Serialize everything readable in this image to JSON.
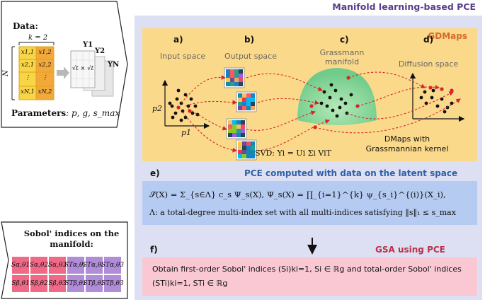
{
  "data_panel": {
    "title": "Data:",
    "k_label": "k = 2",
    "n_label": "N",
    "matrix": [
      [
        "x1,1",
        "x1,2"
      ],
      [
        "x2,1",
        "x2,2"
      ],
      [
        "⋮",
        "⋮"
      ],
      [
        "xN,1",
        "xN,2"
      ]
    ],
    "output_labels": [
      "Y1",
      "Y2",
      "YN"
    ],
    "sheet_label": "√t × √t",
    "params_label": "Parameters",
    "params_values": ": p, g, s_max"
  },
  "pce_panel": {
    "title": "Manifold learning-based PCE"
  },
  "gdmaps": {
    "title": "GDMaps",
    "steps": [
      {
        "letter": "a)",
        "label": "Input space"
      },
      {
        "letter": "b)",
        "label": "Output space"
      },
      {
        "letter": "c)",
        "label": "Grassmann manifold"
      },
      {
        "letter": "d)",
        "label": "Diffusion space"
      }
    ],
    "axis_p1": "p1",
    "axis_p2": "p2",
    "svd_formula": "SVD: Yi = Ui Σi ViT",
    "dmaps_text": "DMaps with Grassmannian kernel"
  },
  "pce_latent": {
    "letter": "e)",
    "title": "PCE computed with data on the latent space",
    "eq1": "𝒮̃(X) = Σ_{s∈Λ} c_s Ψ_s(X),   Ψ_s(X) = ∏_{i=1}^{k} ψ_{s_i}^{(i)}(X_i),",
    "eq2": "Λ: a total-degree multi-index set with all multi-indices satisfying ‖s‖₁ ≤ s_max"
  },
  "gsa": {
    "letter": "f)",
    "title": "GSA using PCE",
    "line1": "Obtain first-order Sobol' indices (Si)ki=1, Si ∈ ℝg and total-order Sobol' indices",
    "line2": "(STi)ki=1, STi ∈ ℝg"
  },
  "sobol_panel": {
    "title": "Sobol' indices on the manifold:",
    "row1": [
      "Sα,θ1",
      "Sα,θ2",
      "Sα,θ3",
      "STα,θ1",
      "STα,θ2",
      "STα,θ3"
    ],
    "row2": [
      "Sβ,θ1",
      "Sβ,θ2",
      "Sβ,θ3",
      "STβ,θ1",
      "STβ,θ2",
      "STβ,θ3"
    ]
  },
  "colors": {
    "pce_bg": "#dde0f2",
    "gdmaps_bg": "#fbd98a",
    "latent_bg": "#b6cbf1",
    "gsa_bg": "#f9c8d2",
    "first_order": "#f06a88",
    "total_order": "#b18cd9",
    "arrow_red": "#d8232a",
    "manifold_green": "#7fd6a0"
  }
}
